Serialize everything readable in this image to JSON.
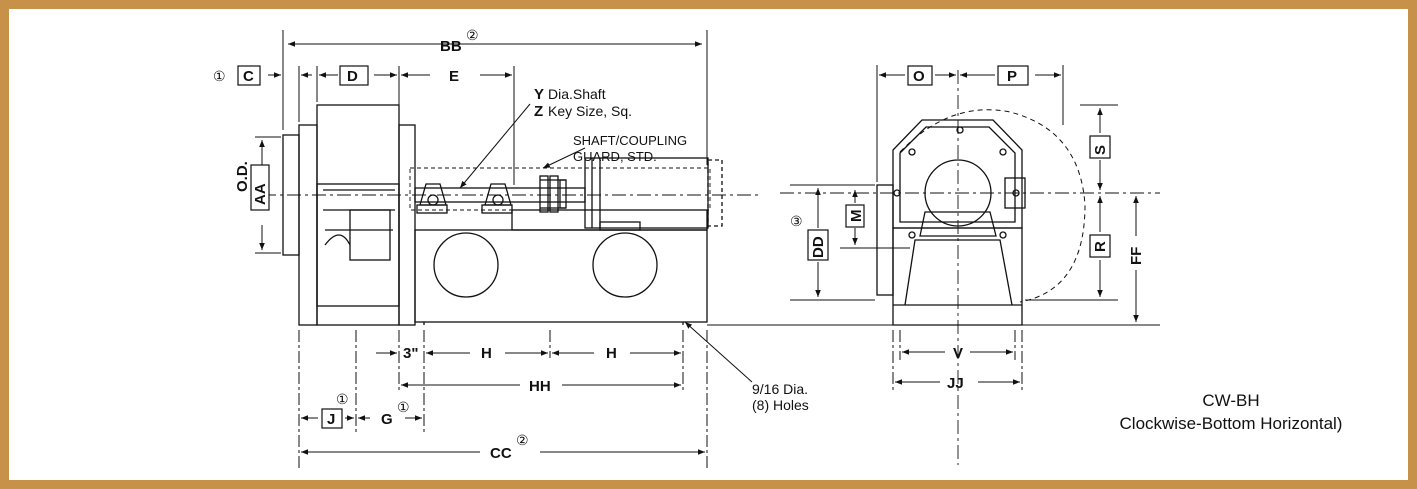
{
  "colors": {
    "frame": "#c8914a",
    "line": "#111111",
    "background": "#ffffff"
  },
  "labels": {
    "bb": "BB",
    "c": "C",
    "d": "D",
    "e": "E",
    "aa": "AA",
    "od": "O.D.",
    "y": "Y",
    "y_text": "Dia.Shaft",
    "z": "Z",
    "z_text": "Key Size, Sq.",
    "guard1": "SHAFT/COUPLING",
    "guard2": "GUARD, STD.",
    "three": "3\"",
    "h1": "H",
    "h2": "H",
    "hh": "HH",
    "j": "J",
    "g": "G",
    "cc": "CC",
    "holes1": "9/16 Dia.",
    "holes2": "(8) Holes",
    "o": "O",
    "p": "P",
    "s": "S",
    "m": "M",
    "dd": "DD",
    "r": "R",
    "ff": "FF",
    "v": "V",
    "jj": "JJ",
    "note1": "①",
    "note2": "②",
    "note3": "③"
  },
  "caption": {
    "line1": "CW-BH",
    "line2": "Clockwise-Bottom Horizontal)"
  }
}
